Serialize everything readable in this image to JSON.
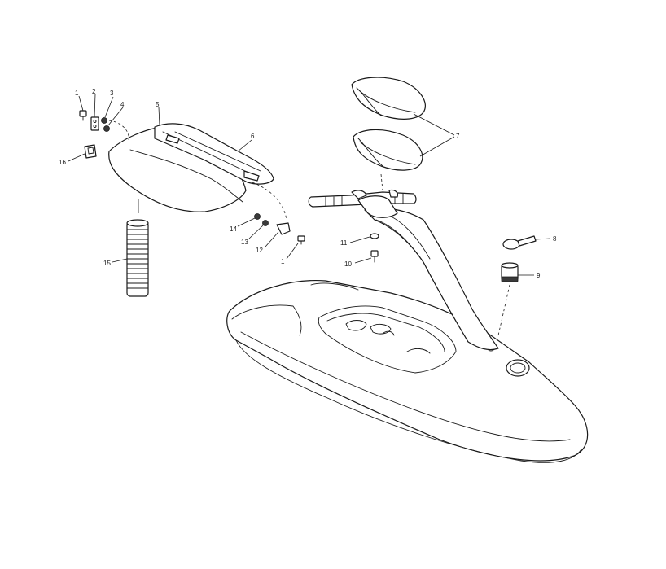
{
  "callouts": [
    {
      "id": "c1a",
      "text": "1"
    },
    {
      "id": "c2",
      "text": "2"
    },
    {
      "id": "c3",
      "text": "3"
    },
    {
      "id": "c4",
      "text": "4"
    },
    {
      "id": "c5",
      "text": "5"
    },
    {
      "id": "c6",
      "text": "6"
    },
    {
      "id": "c7",
      "text": "7"
    },
    {
      "id": "c8",
      "text": "8"
    },
    {
      "id": "c9",
      "text": "9"
    },
    {
      "id": "c10",
      "text": "10"
    },
    {
      "id": "c11",
      "text": "11"
    },
    {
      "id": "c12",
      "text": "12"
    },
    {
      "id": "c13",
      "text": "13"
    },
    {
      "id": "c14",
      "text": "14"
    },
    {
      "id": "c15",
      "text": "15"
    },
    {
      "id": "c16",
      "text": "16"
    },
    {
      "id": "c1b",
      "text": "1"
    }
  ]
}
